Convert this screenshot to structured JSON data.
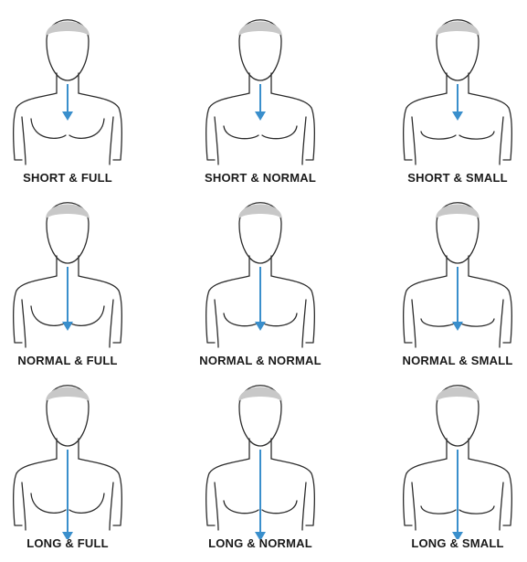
{
  "colors": {
    "outline": "#2b2b2b",
    "hair": "#c8c8c8",
    "arrow": "#3a8fcc"
  },
  "figures": [
    {
      "label": "SHORT & FULL",
      "torso": "short",
      "bust": "full"
    },
    {
      "label": "SHORT & NORMAL",
      "torso": "short",
      "bust": "normal"
    },
    {
      "label": "SHORT & SMALL",
      "torso": "short",
      "bust": "small"
    },
    {
      "label": "NORMAL & FULL",
      "torso": "normal",
      "bust": "full"
    },
    {
      "label": "NORMAL & NORMAL",
      "torso": "normal",
      "bust": "normal"
    },
    {
      "label": "NORMAL & SMALL",
      "torso": "normal",
      "bust": "small"
    },
    {
      "label": "LONG & FULL",
      "torso": "long",
      "bust": "full"
    },
    {
      "label": "LONG & NORMAL",
      "torso": "long",
      "bust": "normal"
    },
    {
      "label": "LONG & SMALL",
      "torso": "long",
      "bust": "small"
    }
  ]
}
